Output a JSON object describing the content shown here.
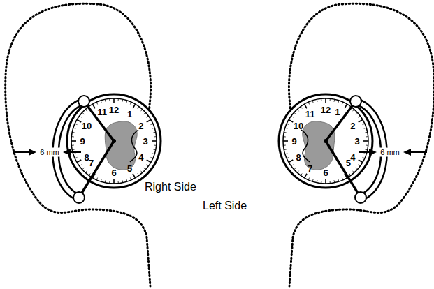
{
  "diagram": {
    "labels": [
      "12",
      "1",
      "2",
      "3",
      "4",
      "5",
      "6",
      "7",
      "8",
      "9",
      "10",
      "11",
      "6 mm",
      "Right Side",
      "12",
      "1",
      "2",
      "3",
      "4",
      "5",
      "6",
      "7",
      "8",
      "9",
      "10",
      "11",
      "Left Side",
      "6 mm"
    ]
  }
}
